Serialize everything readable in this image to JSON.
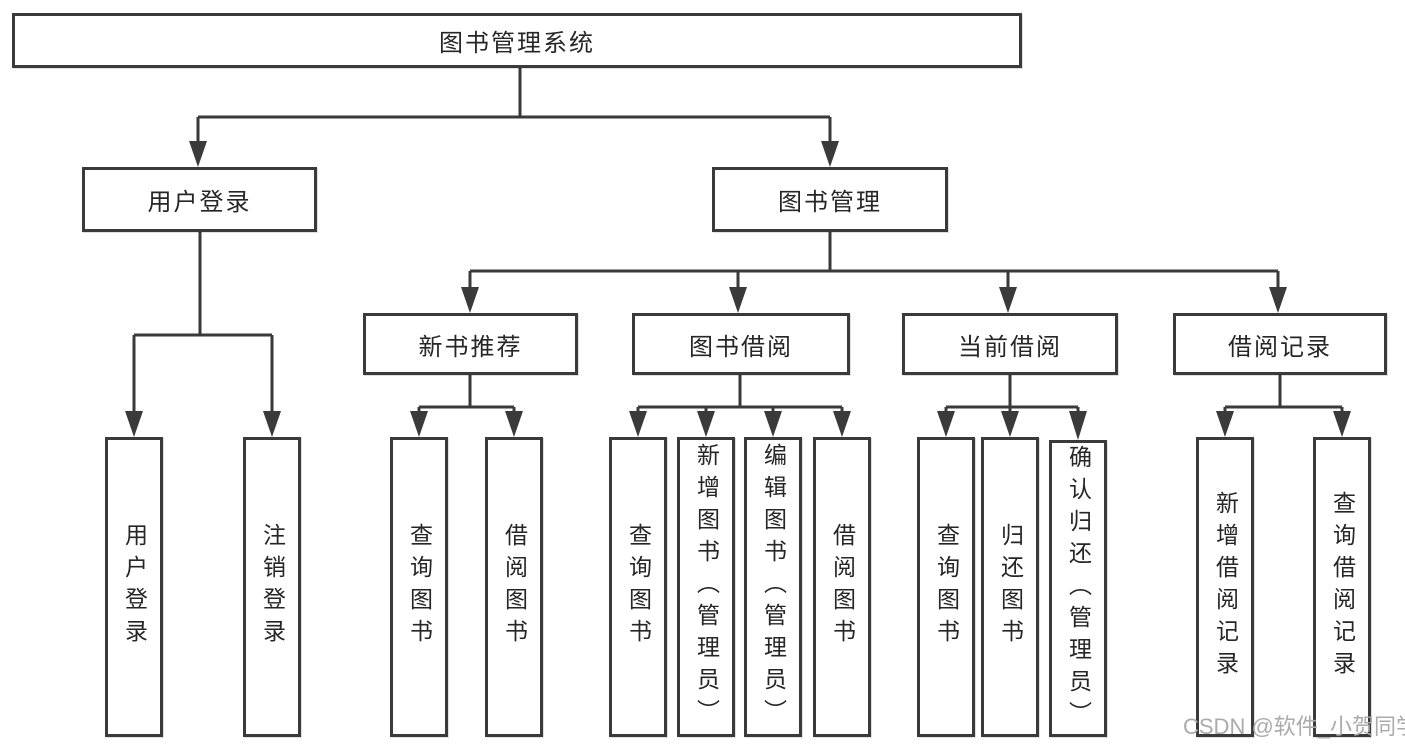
{
  "diagram": {
    "title": "图书管理系统",
    "root": {
      "label": "图书管理系统"
    },
    "level2": [
      {
        "label": "用户登录"
      },
      {
        "label": "图书管理"
      }
    ],
    "level3": [
      {
        "label": "新书推荐"
      },
      {
        "label": "图书借阅"
      },
      {
        "label": "当前借阅"
      },
      {
        "label": "借阅记录"
      }
    ],
    "leaves": {
      "login": [
        {
          "label": "用户登录"
        },
        {
          "label": "注销登录"
        }
      ],
      "newbook": [
        {
          "label": "查询图书"
        },
        {
          "label": "借阅图书"
        }
      ],
      "borrow": [
        {
          "label": "查询图书"
        },
        {
          "label": "新增图书（管理员）"
        },
        {
          "label": "编辑图书（管理员）"
        },
        {
          "label": "借阅图书"
        }
      ],
      "current": [
        {
          "label": "查询图书"
        },
        {
          "label": "归还图书"
        },
        {
          "label": "确认归还（管理员）"
        }
      ],
      "records": [
        {
          "label": "新增借阅记录"
        },
        {
          "label": "查询借阅记录"
        }
      ]
    },
    "colors": {
      "line": "#3a3a3a",
      "text": "#262626",
      "watermark": "#ababab",
      "background": "#ffffff"
    }
  },
  "watermark": {
    "text": "CSDN @软件_小贺同学"
  }
}
